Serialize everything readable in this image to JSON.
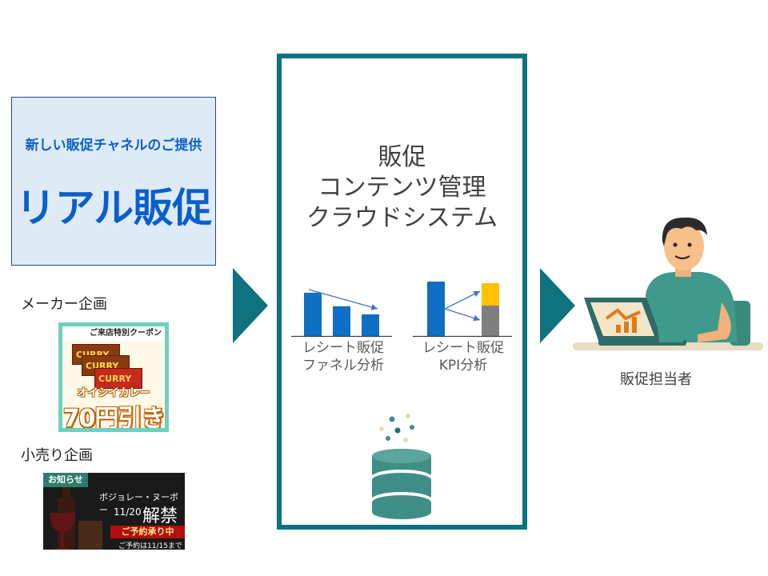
{
  "promo": {
    "subtitle": "新しい販促チャネルのご提供",
    "title": "リアル販促"
  },
  "maker_label": "メーカー企画",
  "retail_label": "小売り企画",
  "coupon": {
    "header": "ご来店特別クーポン",
    "brand": "CURRY",
    "product": "オイシイカレー",
    "price": "70円引き"
  },
  "notice": {
    "tag": "お知らせ",
    "title": "ボジョレー・ヌーボー",
    "date": "11/20",
    "lift": "解禁",
    "reserve": "ご予約承り中",
    "until": "ご予約は11/15まで"
  },
  "system": {
    "line1": "販促",
    "line2": "コンテンツ管理",
    "line3": "クラウドシステム",
    "chart1_label1": "レシート販促",
    "chart1_label2": "ファネル分析",
    "chart2_label1": "レシート販促",
    "chart2_label2": "KPI分析"
  },
  "chart_data": [
    {
      "type": "bar",
      "title": "",
      "values": [
        48,
        33,
        24
      ],
      "ylim": [
        0,
        55
      ],
      "color": "#0e6fc4"
    },
    {
      "type": "bar",
      "title": "",
      "values": [
        68
      ],
      "stacked": [
        {
          "name": "",
          "values": [
            38
          ],
          "color": "#7f7f7f"
        },
        {
          "name": "",
          "values": [
            28
          ],
          "color": "#ffc000"
        }
      ],
      "ylim": [
        0,
        70
      ],
      "color": "#0e6fc4"
    }
  ],
  "person_label": "販促担当者",
  "colors": {
    "teal": "#0e737e",
    "blue": "#0b5fcc",
    "bar": "#0e6fc4",
    "gold": "#ffc000",
    "gray": "#7f7f7f"
  }
}
